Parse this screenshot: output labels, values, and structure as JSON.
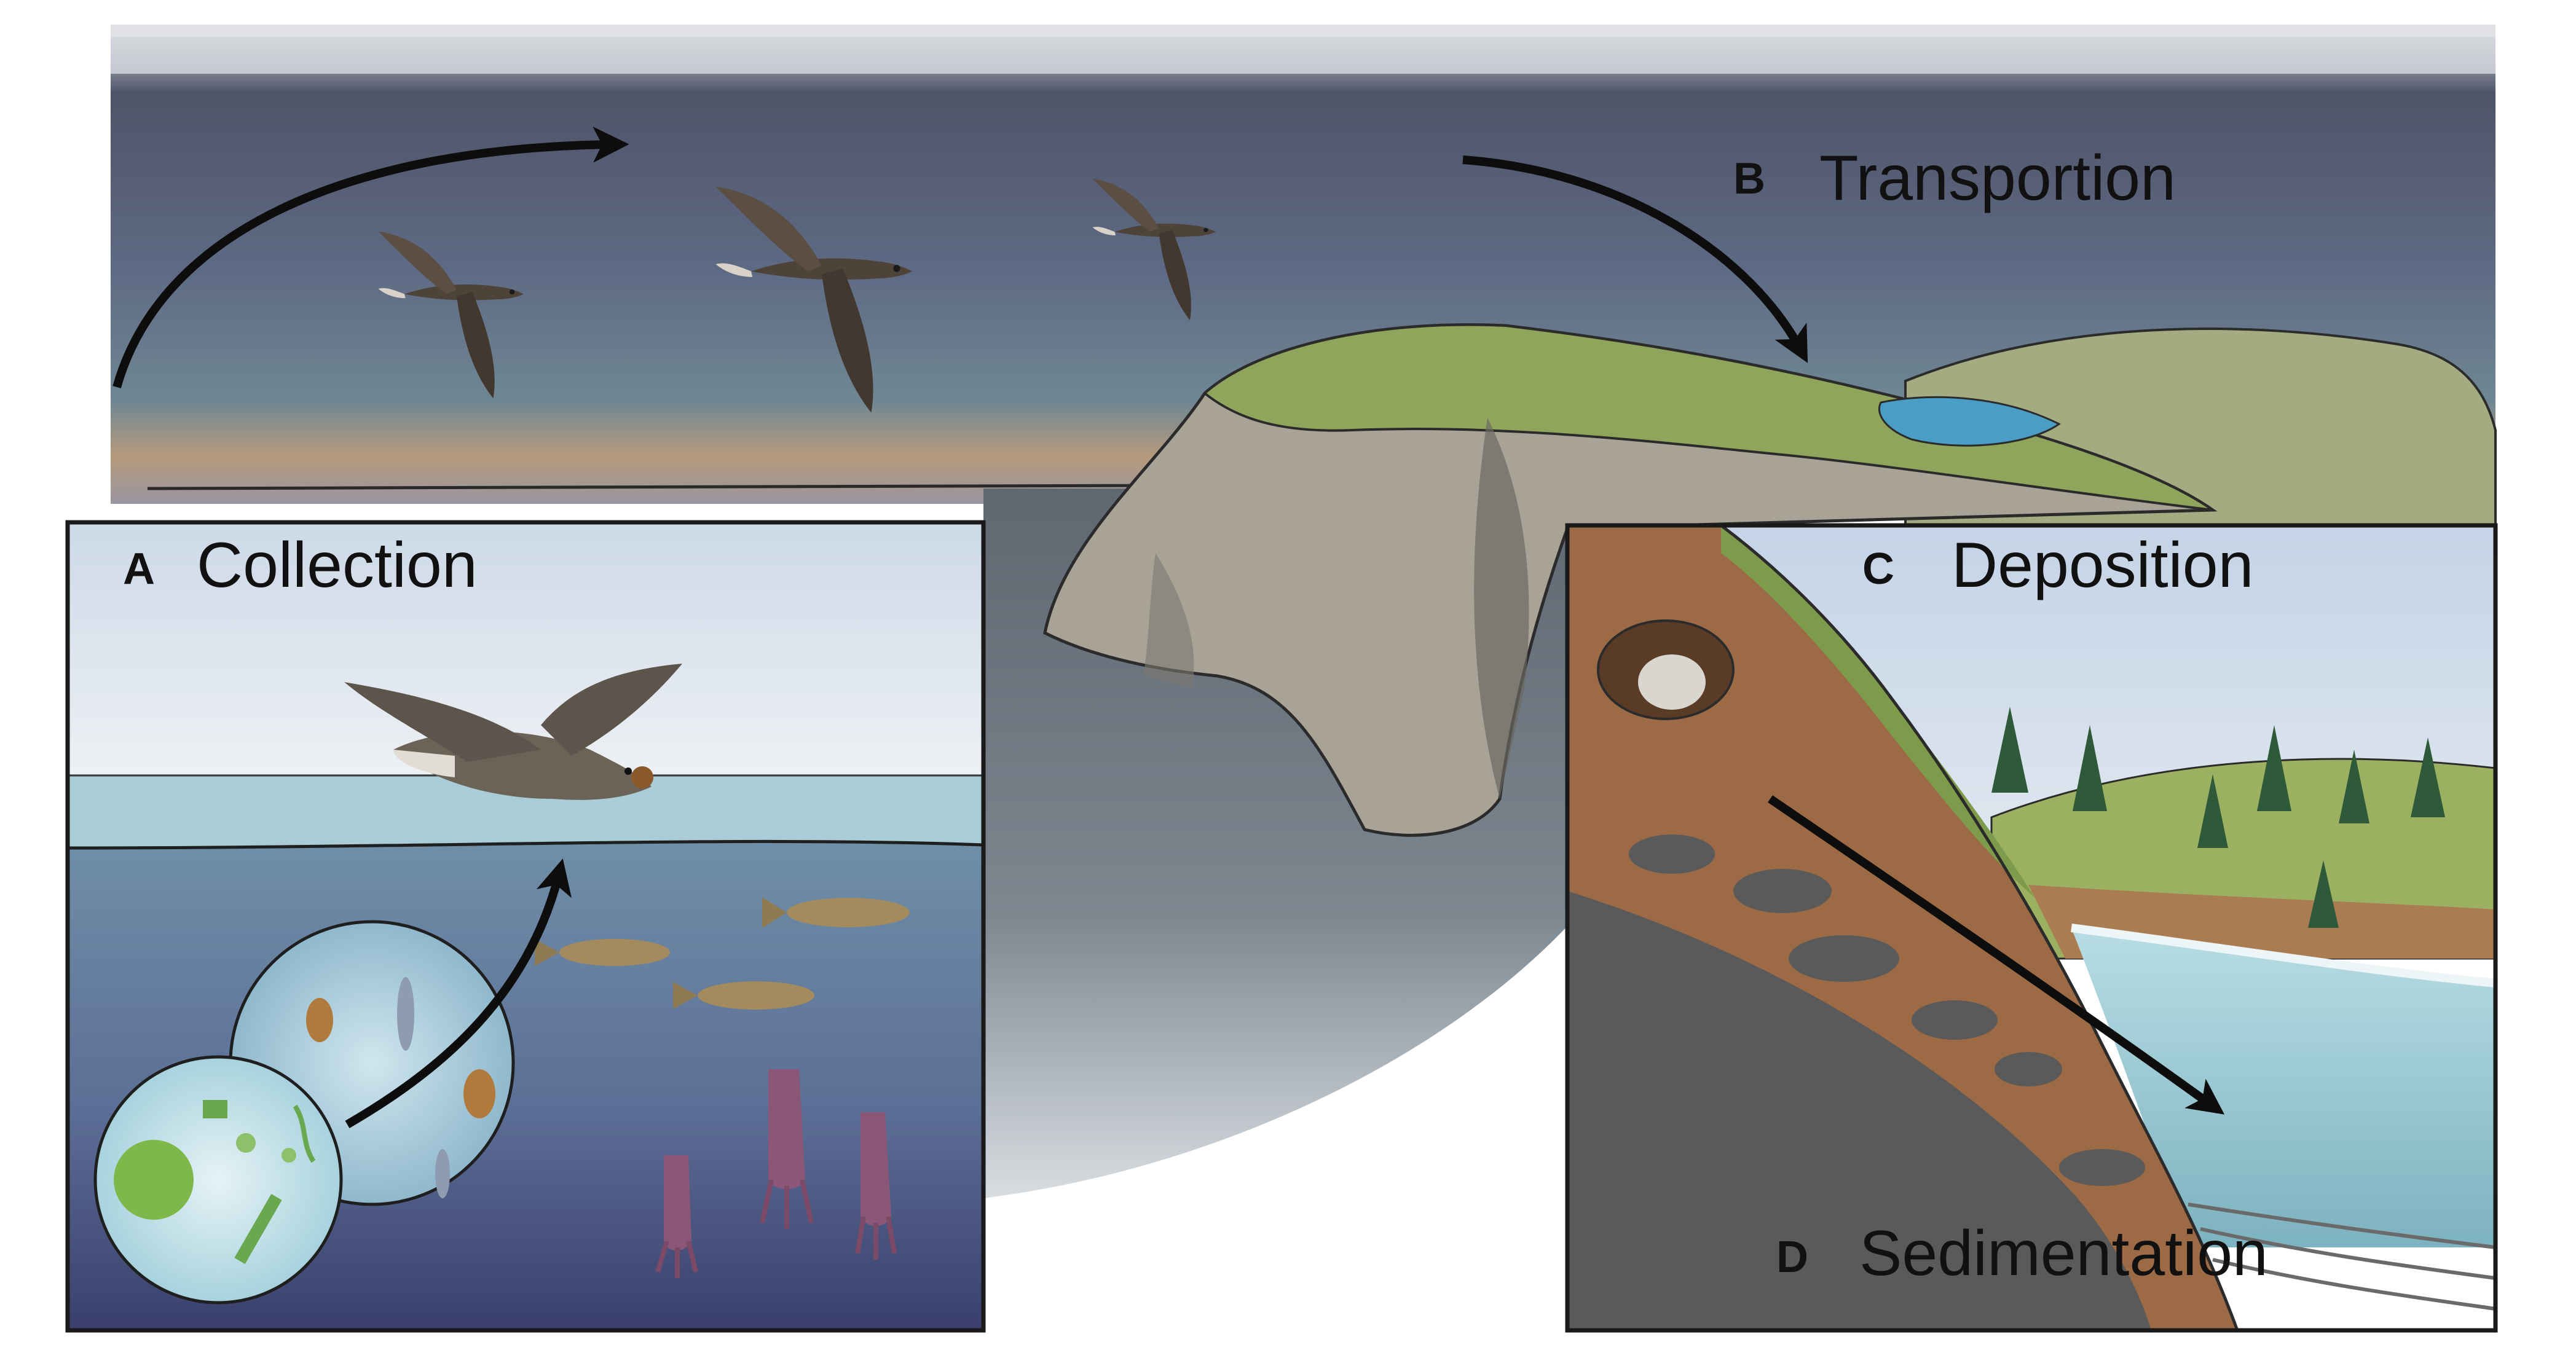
{
  "panels": {
    "a": {
      "letter": "A",
      "title": "Collection"
    },
    "b": {
      "letter": "B",
      "title": "Transportion"
    },
    "c": {
      "letter": "C",
      "title": "Deposition"
    },
    "d": {
      "letter": "D",
      "title": "Sedimentation"
    }
  },
  "colors": {
    "storm_sky": "#565b6e",
    "horizon_glow": "#c9a57a",
    "sea": "#6d7a86",
    "cliff": "#a9a397",
    "grass": "#8fa55b",
    "panel_border": "#1a1a1a",
    "arrow": "#0d0d0d",
    "bird": "#4e4338",
    "soil": "#9c6a45",
    "rock": "#595959",
    "lake": "#8cc3cf"
  }
}
